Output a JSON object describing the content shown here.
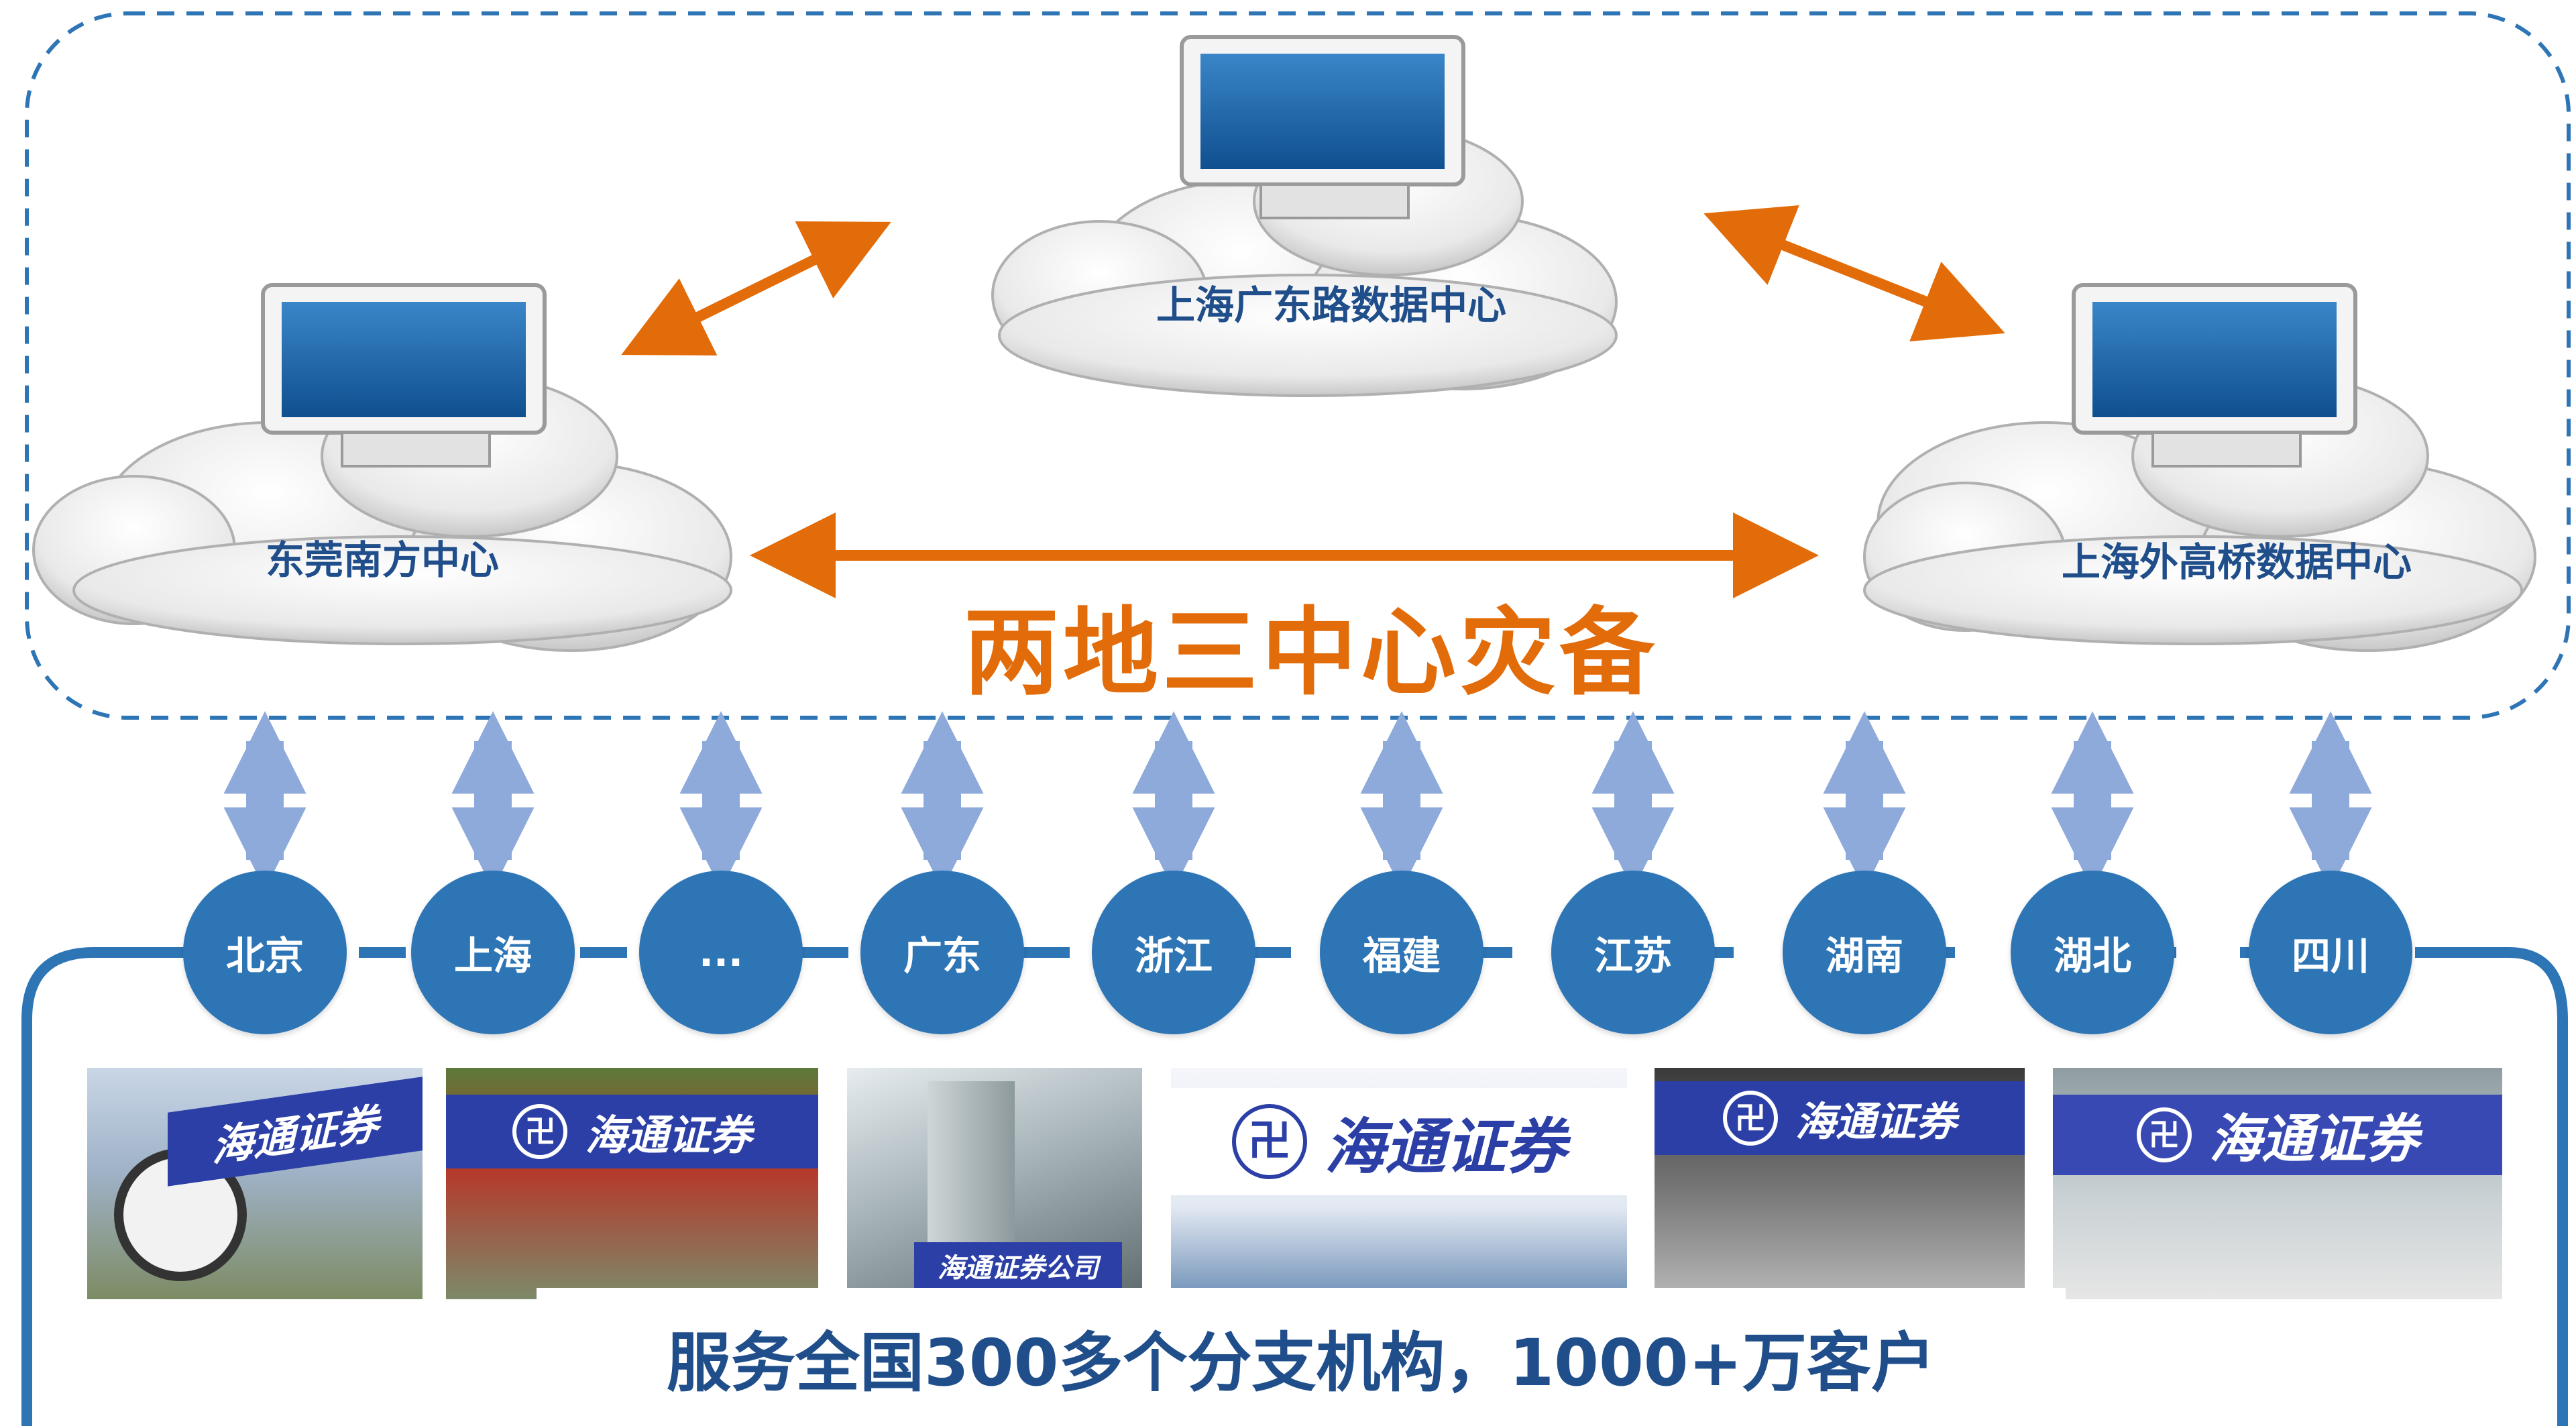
{
  "data_centers": {
    "center": "上海广东路数据中心",
    "left": "东莞南方中心",
    "right": "上海外高桥数据中心"
  },
  "headline": "两地三中心灾备",
  "nodes": [
    "北京",
    "上海",
    "...",
    "广东",
    "浙江",
    "福建",
    "江苏",
    "湖南",
    "湖北",
    "四川"
  ],
  "photo_signs": [
    "海通证券",
    "海通证券",
    "海通证券公司",
    "海通证券",
    "海通证券",
    "海通证券"
  ],
  "footer": "服务全国300多个分支机构，1000+万客户",
  "colors": {
    "accent": "#e36c0a",
    "node": "#2e75b6",
    "dashed_border": "#2e75b6",
    "link_arrow": "#8eaadb",
    "text": "#1f4e8a"
  }
}
